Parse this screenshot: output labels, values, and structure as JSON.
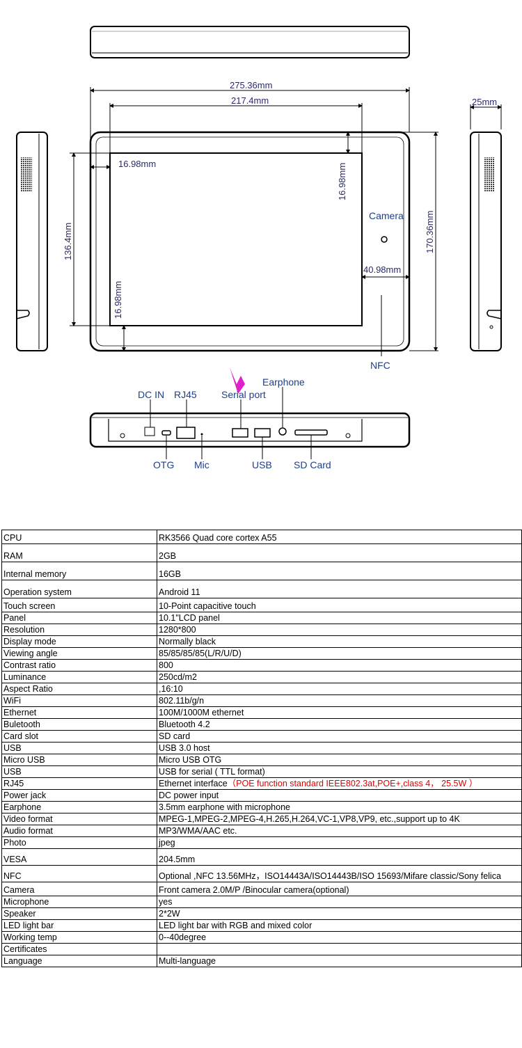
{
  "drawing": {
    "dimensions": {
      "overall_width": "275.36mm",
      "screen_width": "217.4mm",
      "depth": "25mm",
      "bezel_left": "16.98mm",
      "bezel_top": "16.98mm",
      "bezel_bottom": "16.98mm",
      "screen_height": "136.4mm",
      "overall_height": "170.36mm",
      "bezel_right": "40.98mm"
    },
    "labels": {
      "camera": "Camera",
      "nfc": "NFC",
      "dc_in": "DC IN",
      "rj45": "RJ45",
      "serial_port": "Serial port",
      "earphone": "Earphone",
      "otg": "OTG",
      "mic": "Mic",
      "usb": "USB",
      "sd_card": "SD Card"
    },
    "colors": {
      "line": "#000000",
      "label": "#1c3f8c",
      "arrow": "#e020c8"
    }
  },
  "specs": [
    {
      "label": "CPU",
      "value": "RK3566  Quad core cortex A55"
    },
    {
      "label": "RAM",
      "value": "2GB"
    },
    {
      "label": "Internal memory",
      "value": "16GB"
    },
    {
      "label": "Operation system",
      "value": "Android 11"
    },
    {
      "label": "Touch screen",
      "value": "10-Point capacitive touch"
    },
    {
      "label": "Panel",
      "value": "10.1\"LCD  panel"
    },
    {
      "label": "Resolution",
      "value": "1280*800"
    },
    {
      "label": "Display mode",
      "value": "Normally black"
    },
    {
      "label": "Viewing angle",
      "value": "85/85/85/85(L/R/U/D)"
    },
    {
      "label": "Contrast ratio",
      "value": "800"
    },
    {
      "label": "Luminance",
      "value": "250cd/m2"
    },
    {
      "label": "Aspect Ratio",
      "value": ",16:10"
    },
    {
      "label": "WiFi",
      "value": "802.11b/g/n"
    },
    {
      "label": "Ethernet",
      "value": "100M/1000M ethernet"
    },
    {
      "label": "Buletooth",
      "value": "Bluetooth 4.2"
    },
    {
      "label": "Card slot",
      "value": "SD card"
    },
    {
      "label": "USB",
      "value": "USB 3.0 host"
    },
    {
      "label": "Micro USB",
      "value": "Micro USB OTG"
    },
    {
      "label": "USB",
      "value": "USB for serial  ( TTL format)"
    },
    {
      "label": "RJ45",
      "value": "Ethernet interface",
      "note": "（POE function standard  IEEE802.3at,POE+,class 4，  25.5W ）"
    },
    {
      "label": "Power jack",
      "value": "DC power input"
    },
    {
      "label": "Earphone",
      "value": "3.5mm earphone with microphone"
    },
    {
      "label": "Video format",
      "value": "MPEG-1,MPEG-2,MPEG-4,H.265,H.264,VC-1,VP8,VP9, etc.,support up to 4K"
    },
    {
      "label": "Audio format",
      "value": "MP3/WMA/AAC etc."
    },
    {
      "label": "Photo",
      "value": "jpeg"
    },
    {
      "label": "VESA",
      "value": "204.5mm"
    },
    {
      "label": "NFC",
      "value": "Optional ,NFC 13.56MHz，ISO14443A/ISO14443B/ISO 15693/Mifare classic/Sony felica"
    },
    {
      "label": "Camera",
      "value": "Front camera 2.0M/P  /Binocular camera(optional)"
    },
    {
      "label": "Microphone",
      "value": "yes"
    },
    {
      "label": "Speaker",
      "value": "2*2W"
    },
    {
      "label": "LED light bar",
      "value": "LED light bar with RGB and mixed color"
    },
    {
      "label": "Working temp",
      "value": "0--40degree"
    },
    {
      "label": "Certificates",
      "value": ""
    },
    {
      "label": "Language",
      "value": "Multi-language"
    }
  ]
}
